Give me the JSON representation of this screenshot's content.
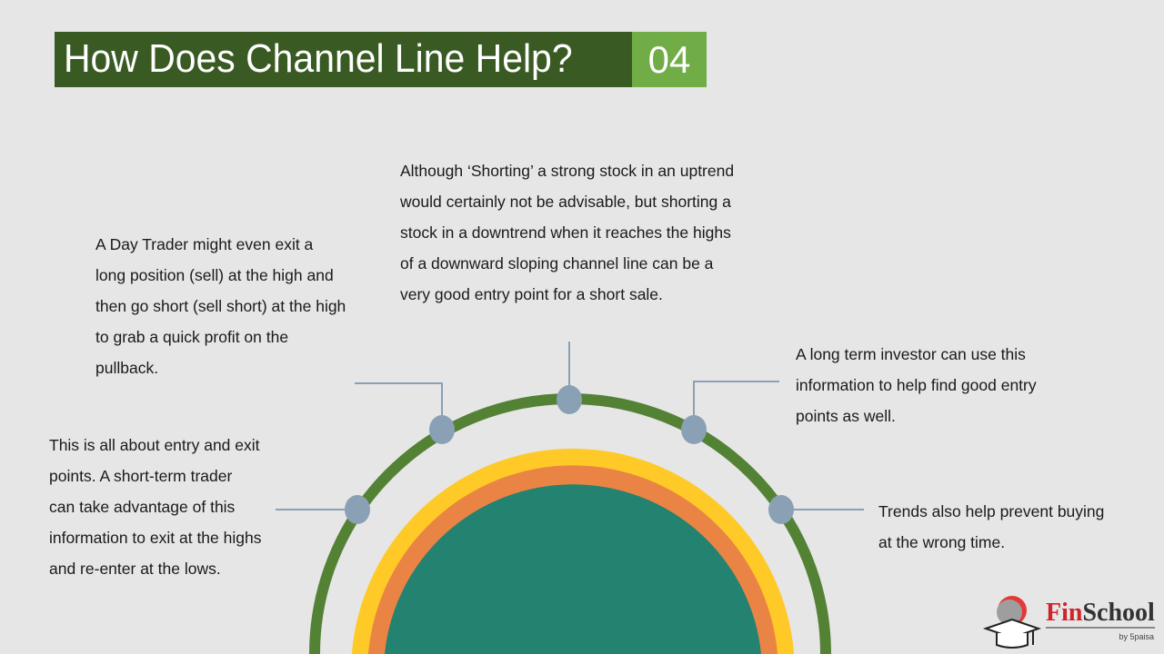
{
  "header": {
    "title": "How Does Channel Line Help?",
    "number": "04"
  },
  "points": {
    "top": [
      "Although ‘Shorting’ a strong stock in an uptrend",
      "would certainly not be advisable, but shorting a",
      "stock in a downtrend when it reaches the highs",
      "of a downward sloping channel line can be a",
      "very good entry point for a short sale."
    ],
    "upper_left": [
      "A Day Trader might even exit a",
      "long position (sell) at the high and",
      "then go short (sell short) at the high",
      "to grab a quick profit on the",
      "pullback."
    ],
    "left": [
      "This is all about entry and exit",
      "points. A short-term trader",
      "can take advantage of this",
      "information to exit at the highs",
      "and re-enter at the lows."
    ],
    "upper_right": [
      "A long term investor can use this",
      "information to help find good entry",
      "points as well."
    ],
    "right": [
      "Trends also help prevent buying",
      "at the wrong time."
    ]
  },
  "logo": {
    "brand_a": "Fin",
    "brand_b": "School",
    "by": "by 5paisa"
  },
  "colors": {
    "title_bg": "#3a5a23",
    "number_bg": "#70ad47",
    "ring": "#548235",
    "yellow": "#ffca28",
    "orange": "#ea8444",
    "teal": "#238270",
    "dot": "#8aa0b4"
  }
}
